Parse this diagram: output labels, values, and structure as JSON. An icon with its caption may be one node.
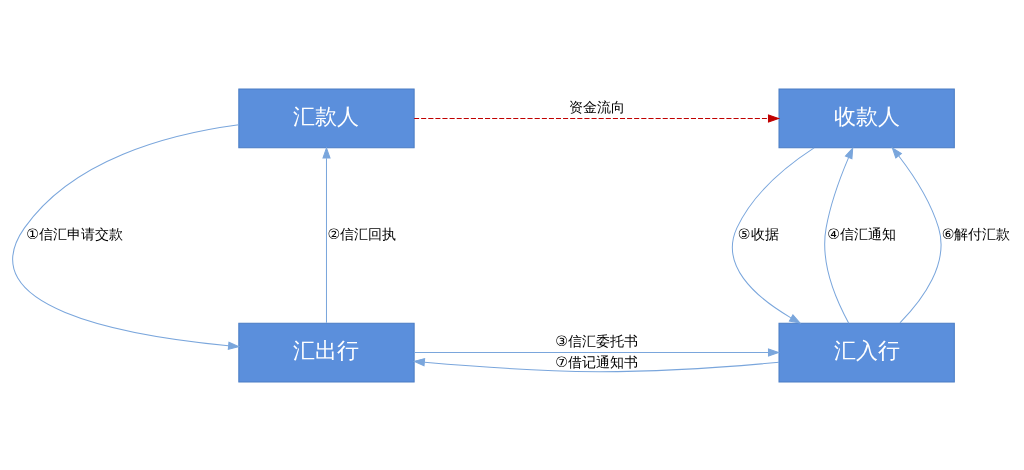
{
  "diagram": {
    "nodes": [
      {
        "text": [
          "汇款人"
        ]
      },
      {
        "text": [
          "收款人"
        ]
      },
      {
        "text": [
          "汇出行"
        ]
      },
      {
        "text": [
          "汇入行"
        ]
      }
    ],
    "edges": [
      {
        "from": 0,
        "to": 1,
        "arrow": "to",
        "label": "资金流向",
        "style": "dashed",
        "color": "#c00000"
      },
      {
        "from": 0,
        "to": 2,
        "arrow": "to",
        "label": "①信汇申请交款"
      },
      {
        "from": 2,
        "to": 0,
        "arrow": "to",
        "label": "②信汇回执"
      },
      {
        "from": 2,
        "to": 3,
        "arrow": "to",
        "label": "③信汇委托书"
      },
      {
        "from": 3,
        "to": 1,
        "arrow": "to",
        "label": "④信汇通知"
      },
      {
        "from": 1,
        "to": 3,
        "arrow": "to",
        "label": "⑤收据"
      },
      {
        "from": 3,
        "to": 1,
        "arrow": "to",
        "label": "⑥解付汇款"
      },
      {
        "from": 3,
        "to": 2,
        "arrow": "to",
        "label": "⑦借记通知书"
      }
    ]
  }
}
